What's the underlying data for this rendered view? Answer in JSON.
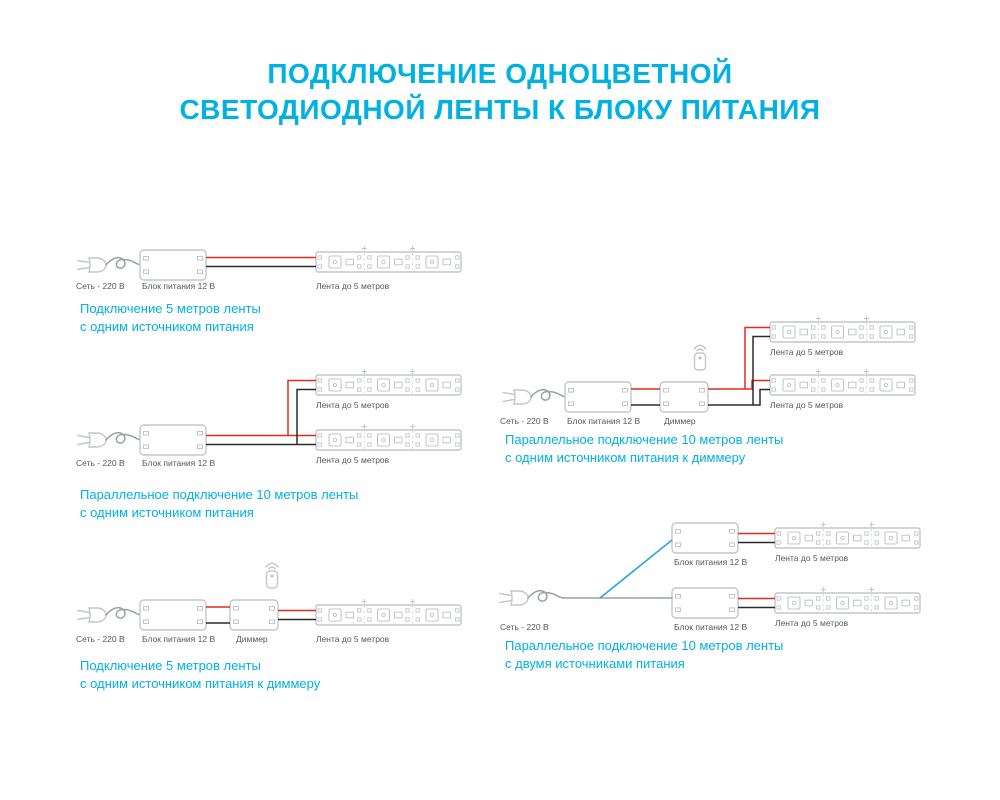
{
  "title": {
    "line1": "ПОДКЛЮЧЕНИЕ ОДНОЦВЕТНОЙ",
    "line2": "СВЕТОДИОДНОЙ ЛЕНТЫ К БЛОКУ ПИТАНИЯ"
  },
  "labels": {
    "mains": "Сеть - 220 В",
    "psu": "Блок питания 12 В",
    "dimmer": "Диммер",
    "strip": "Лента до 5 метров"
  },
  "diagrams": [
    {
      "caption_line1": "Подключение 5 метров ленты",
      "caption_line2": "с одним источником питания"
    },
    {
      "caption_line1": "Параллельное подключение 10 метров ленты",
      "caption_line2": "с одним источником питания"
    },
    {
      "caption_line1": "Подключение 5 метров ленты",
      "caption_line2": "с одним источником питания к диммеру"
    },
    {
      "caption_line1": "Параллельное подключение 10 метров ленты",
      "caption_line2": "с одним источником питания к диммеру"
    },
    {
      "caption_line1": "Параллельное подключение 10 метров ленты",
      "caption_line2": "с двумя источниками питания"
    }
  ],
  "colors": {
    "accent": "#00b1e2",
    "label": "#55585a",
    "outline": "#c3c7ca",
    "outline_light": "#d9dbdd",
    "cord": "#9aa0a4",
    "wire_red": "#e02b1d",
    "wire_black": "#2b2b2b",
    "wire_blue": "#2fa8e1"
  }
}
